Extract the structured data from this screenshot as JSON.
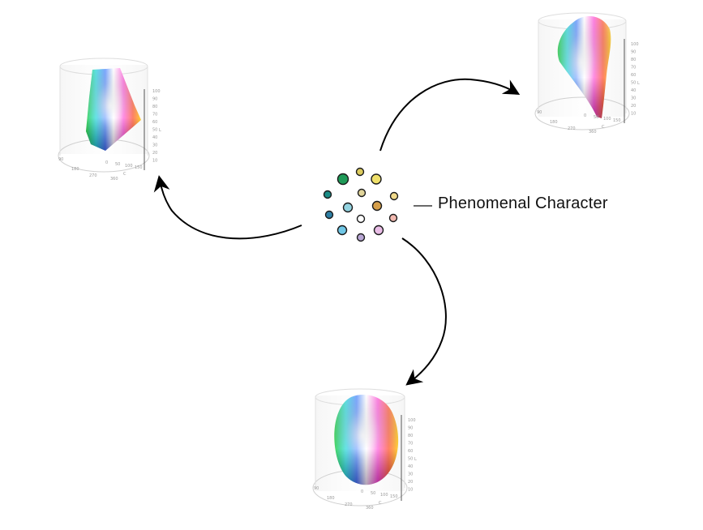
{
  "diagram": {
    "label": "Phenomenal Character",
    "center_colors": [
      "#1f9a58",
      "#dccb5e",
      "#efe06a",
      "#1a8c86",
      "#93d3e0",
      "#e0d49a",
      "#d69f4a",
      "#f0d98a",
      "#2e7fa4",
      "#ffffff",
      "#f2b9b0",
      "#70c7e6",
      "#b8a6d4",
      "#e9bde6"
    ],
    "gamuts": [
      {
        "name": "gamut-top-left",
        "direction": "up-left"
      },
      {
        "name": "gamut-top-right",
        "direction": "up-right"
      },
      {
        "name": "gamut-bottom",
        "direction": "down"
      }
    ],
    "axis": {
      "ticks": [
        "100",
        "90",
        "80",
        "70",
        "60",
        "50",
        "40",
        "30",
        "20",
        "10"
      ],
      "l_label": "L",
      "c_label": "C",
      "c_ticks": [
        "0",
        "50",
        "100",
        "150"
      ],
      "h_ticks": [
        "90",
        "180",
        "270",
        "360"
      ]
    }
  }
}
